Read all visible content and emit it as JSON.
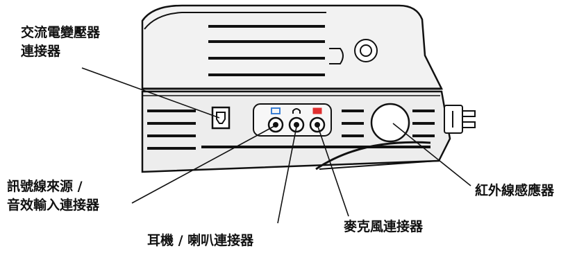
{
  "callouts": {
    "ac_adapter_line1": "交流電變壓器",
    "ac_adapter_line2": "連接器",
    "signal_line1": "訊號線來源 /",
    "signal_line2": "音效輸入連接器",
    "headphone": "耳機 / 喇叭連接器",
    "microphone": "麥克風連接器",
    "infrared": "紅外線感應器"
  },
  "colors": {
    "line_in_icon": "#3b7fd4",
    "mic_icon": "#e03030"
  },
  "icons": [
    "line-in-icon",
    "headphone-icon",
    "microphone-icon"
  ]
}
